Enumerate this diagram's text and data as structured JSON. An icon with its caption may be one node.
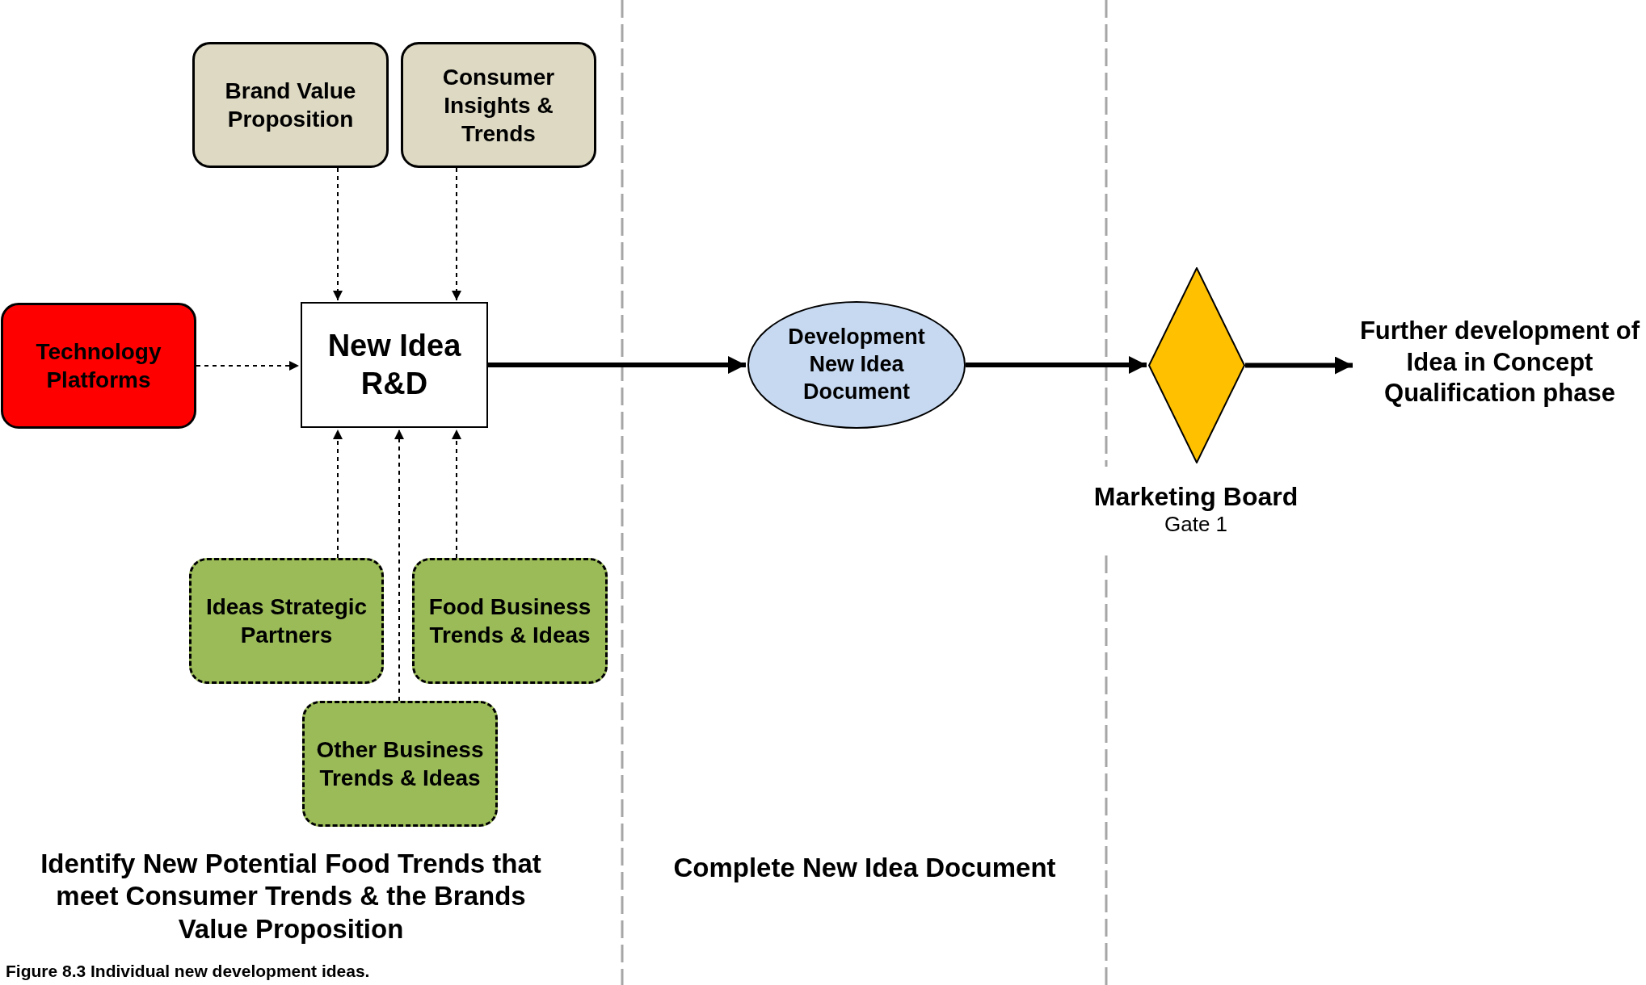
{
  "diagram": {
    "caption": "Figure 8.3 Individual new development ideas.",
    "nodes": [
      {
        "text": [
          "Brand Value Proposition"
        ]
      },
      {
        "text": [
          "Consumer Insights & Trends"
        ]
      },
      {
        "text": [
          "Technology Platforms"
        ]
      },
      {
        "text": [
          "New Idea R&D"
        ]
      },
      {
        "text": [
          "Ideas Strategic Partners"
        ]
      },
      {
        "text": [
          "Food Business Trends & Ideas"
        ]
      },
      {
        "text": [
          "Other Business Trends & Ideas"
        ]
      },
      {
        "text": [
          "Development New Idea Document"
        ]
      },
      {
        "text": [],
        "shape": "diamond",
        "beside": [
          "Marketing Board",
          "Gate 1"
        ]
      },
      {
        "text": [
          "Further development of Idea in Concept Qualification phase"
        ]
      }
    ],
    "edges": [
      {
        "from": 0,
        "to": 3,
        "arrow": "to",
        "style": "dashed"
      },
      {
        "from": 1,
        "to": 3,
        "arrow": "to",
        "style": "dashed"
      },
      {
        "from": 2,
        "to": 3,
        "arrow": "to",
        "style": "dashed"
      },
      {
        "from": 4,
        "to": 3,
        "arrow": "to",
        "style": "dashed"
      },
      {
        "from": 6,
        "to": 3,
        "arrow": "to",
        "style": "dashed"
      },
      {
        "from": 5,
        "to": 3,
        "arrow": "to",
        "style": "dashed"
      },
      {
        "from": 3,
        "to": 7,
        "arrow": "to",
        "style": "thick"
      },
      {
        "from": 7,
        "to": 8,
        "arrow": "to",
        "style": "thick"
      },
      {
        "from": 8,
        "to": 9,
        "arrow": "to",
        "style": "thick"
      }
    ],
    "labels": [
      "Identify New Potential Food Trends that meet Consumer Trends & the Brands Value Proposition",
      "Complete New Idea Document"
    ]
  }
}
